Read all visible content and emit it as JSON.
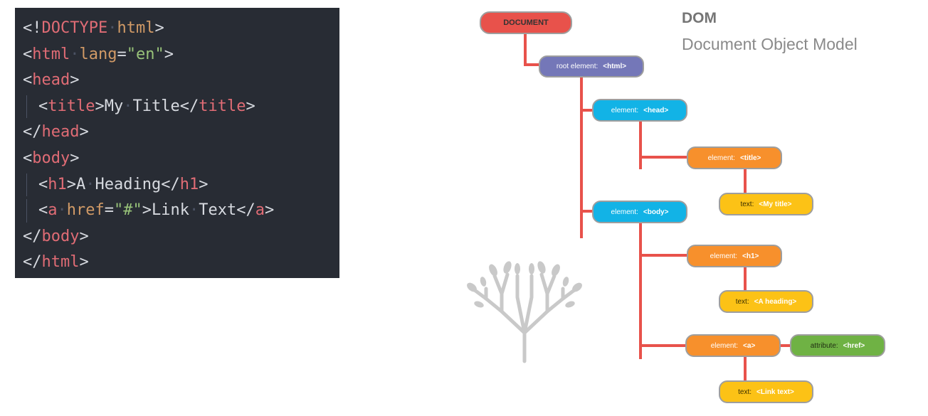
{
  "code_editor": {
    "lines": [
      [
        {
          "t": "punct",
          "v": "<!"
        },
        {
          "t": "tag",
          "v": "DOCTYPE"
        },
        {
          "t": "space"
        },
        {
          "t": "attr",
          "v": "html"
        },
        {
          "t": "punct",
          "v": ">"
        }
      ],
      [
        {
          "t": "punct",
          "v": "<"
        },
        {
          "t": "tag",
          "v": "html"
        },
        {
          "t": "space"
        },
        {
          "t": "attr",
          "v": "lang"
        },
        {
          "t": "punct",
          "v": "="
        },
        {
          "t": "str",
          "v": "\"en\""
        },
        {
          "t": "punct",
          "v": ">"
        }
      ],
      [
        {
          "t": "punct",
          "v": "<"
        },
        {
          "t": "tag",
          "v": "head"
        },
        {
          "t": "punct",
          "v": ">"
        }
      ],
      [
        {
          "t": "punct",
          "v": "<"
        },
        {
          "t": "tag",
          "v": "title"
        },
        {
          "t": "punct",
          "v": ">"
        },
        {
          "t": "text",
          "v": "My"
        },
        {
          "t": "space"
        },
        {
          "t": "text",
          "v": "Title"
        },
        {
          "t": "punct",
          "v": "</"
        },
        {
          "t": "tag",
          "v": "title"
        },
        {
          "t": "punct",
          "v": ">"
        }
      ],
      [
        {
          "t": "punct",
          "v": "</"
        },
        {
          "t": "tag",
          "v": "head"
        },
        {
          "t": "punct",
          "v": ">"
        }
      ],
      [
        {
          "t": "punct",
          "v": "<"
        },
        {
          "t": "tag",
          "v": "body"
        },
        {
          "t": "punct",
          "v": ">"
        }
      ],
      [
        {
          "t": "punct",
          "v": "<"
        },
        {
          "t": "tag",
          "v": "h1"
        },
        {
          "t": "punct",
          "v": ">"
        },
        {
          "t": "text",
          "v": "A"
        },
        {
          "t": "space"
        },
        {
          "t": "text",
          "v": "Heading"
        },
        {
          "t": "punct",
          "v": "</"
        },
        {
          "t": "tag",
          "v": "h1"
        },
        {
          "t": "punct",
          "v": ">"
        }
      ],
      [
        {
          "t": "punct",
          "v": "<"
        },
        {
          "t": "tag",
          "v": "a"
        },
        {
          "t": "space"
        },
        {
          "t": "attr",
          "v": "href"
        },
        {
          "t": "punct",
          "v": "="
        },
        {
          "t": "str",
          "v": "\"#\""
        },
        {
          "t": "punct",
          "v": ">"
        },
        {
          "t": "text",
          "v": "Link"
        },
        {
          "t": "space"
        },
        {
          "t": "text",
          "v": "Text"
        },
        {
          "t": "punct",
          "v": "</"
        },
        {
          "t": "tag",
          "v": "a"
        },
        {
          "t": "punct",
          "v": ">"
        }
      ],
      [
        {
          "t": "punct",
          "v": "</"
        },
        {
          "t": "tag",
          "v": "body"
        },
        {
          "t": "punct",
          "v": ">"
        }
      ],
      [
        {
          "t": "punct",
          "v": "</"
        },
        {
          "t": "tag",
          "v": "html"
        },
        {
          "t": "punct",
          "v": ">"
        }
      ]
    ],
    "indented_lines": [
      3,
      6,
      7
    ],
    "colors": {
      "background": "#282c34",
      "tag": "#e06c75",
      "attribute": "#d19a66",
      "string": "#98c379",
      "text": "#d7dae0"
    }
  },
  "diagram": {
    "heading": "DOM",
    "subheading": "Document Object Model",
    "nodes": {
      "document": {
        "text": "DOCUMENT",
        "color": "#e8524b"
      },
      "html": {
        "label": "root element:",
        "tag": "<html>",
        "color": "#7477b8"
      },
      "head": {
        "label": "element:",
        "tag": "<head>",
        "color": "#12b3e6"
      },
      "title": {
        "label": "element:",
        "tag": "<title>",
        "color": "#f7902c"
      },
      "title_text": {
        "label": "text:",
        "tag": "<My title>",
        "color": "#fcc216"
      },
      "body": {
        "label": "element:",
        "tag": "<body>",
        "color": "#12b3e6"
      },
      "h1": {
        "label": "element:",
        "tag": "<h1>",
        "color": "#f7902c"
      },
      "h1_text": {
        "label": "text:",
        "tag": "<A heading>",
        "color": "#fcc216"
      },
      "a": {
        "label": "element:",
        "tag": "<a>",
        "color": "#f7902c"
      },
      "href": {
        "label": "attribute:",
        "tag": "<href>",
        "color": "#6fb244"
      },
      "a_text": {
        "label": "text:",
        "tag": "<Link text>",
        "color": "#fcc216"
      }
    },
    "connector_color": "#e8524b",
    "illustration": "tree-icon"
  }
}
